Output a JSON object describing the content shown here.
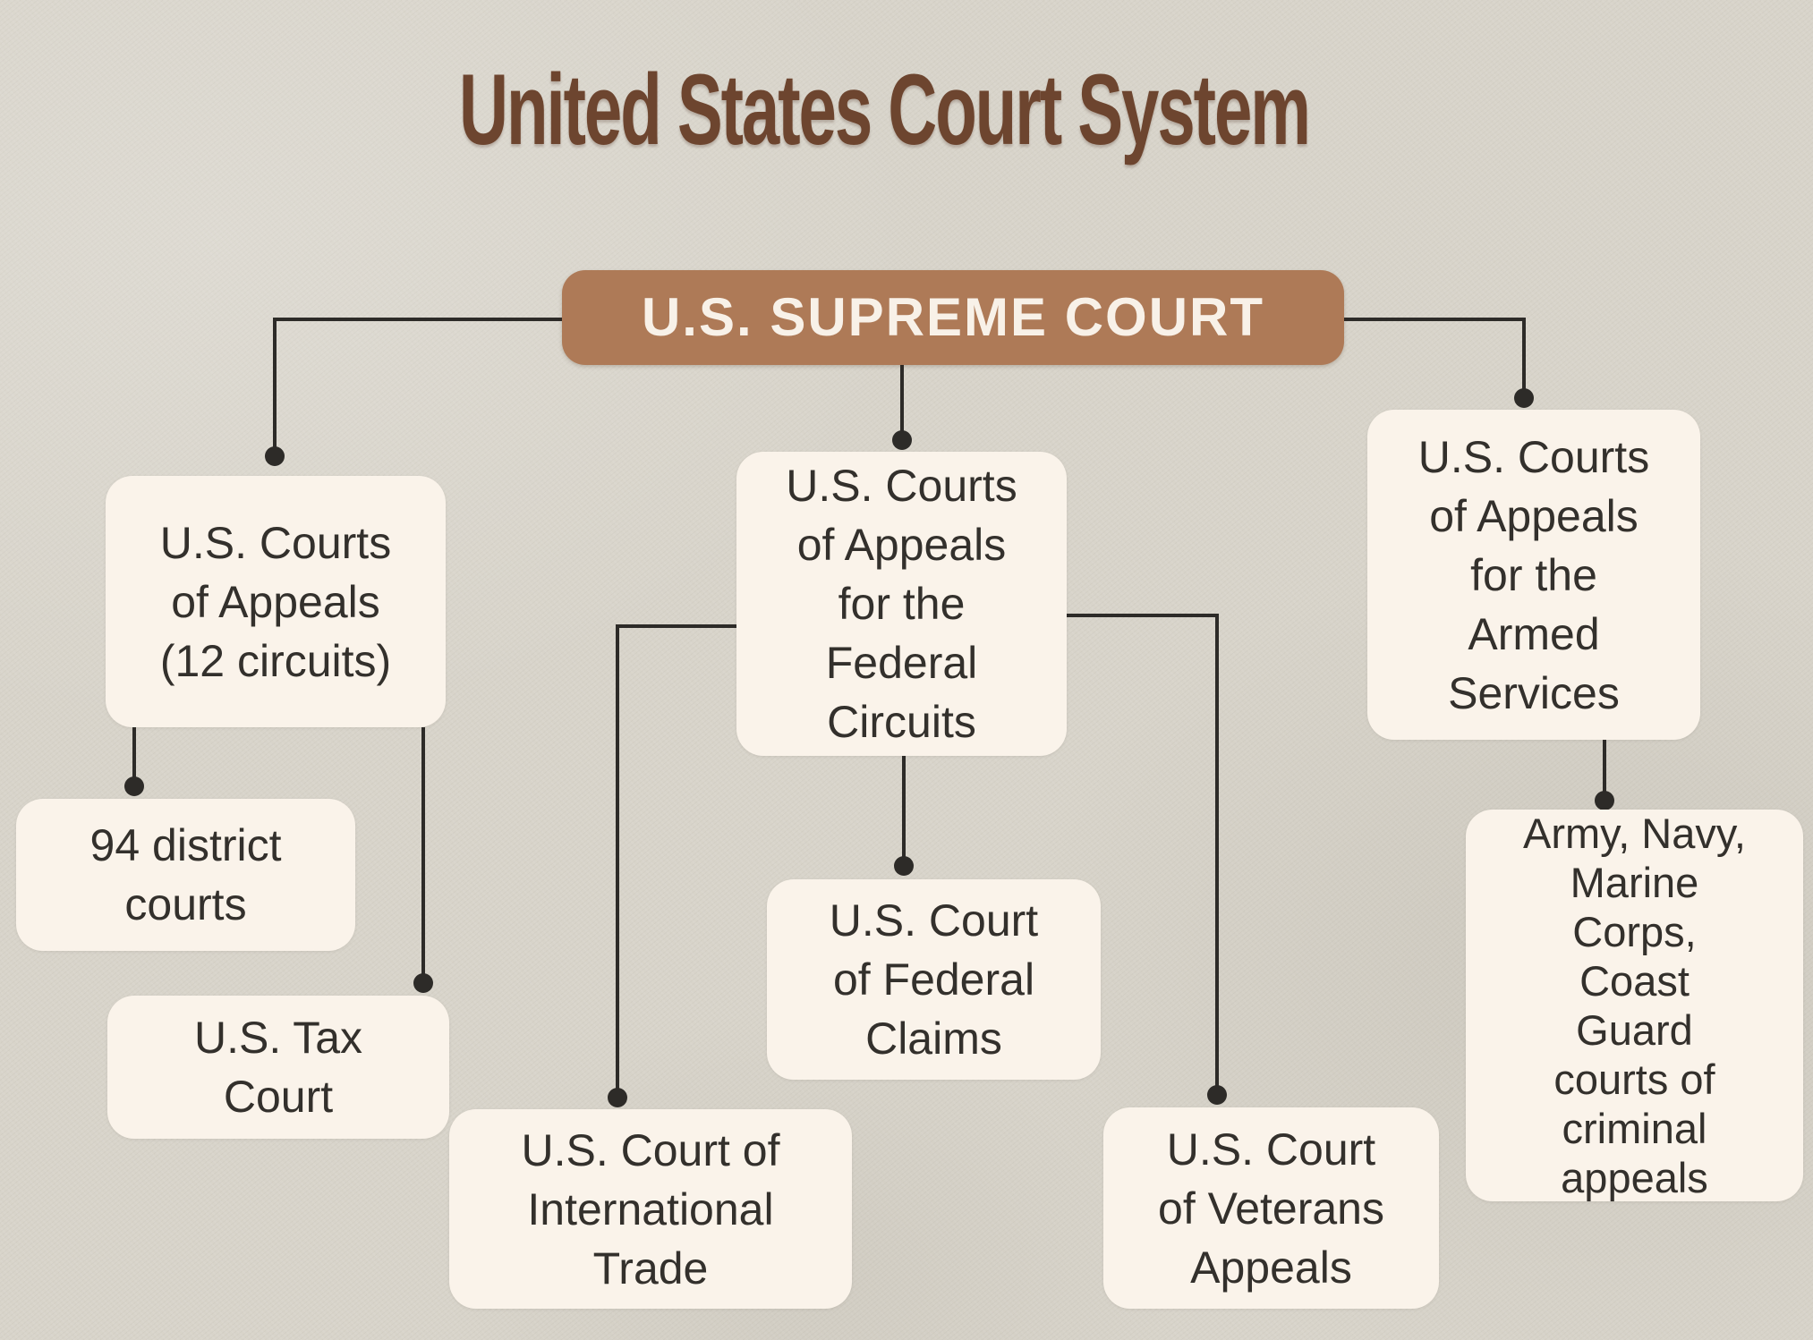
{
  "title": "United States Court System",
  "colors": {
    "background": "#d8d4ca",
    "box_fill": "#faf3ea",
    "box_text": "#33302c",
    "root_fill": "#ae7a57",
    "root_text": "#f8f1e8",
    "title_color": "#6d452f",
    "line_color": "#2d2b28"
  },
  "nodes": {
    "supreme": {
      "label": "U.S. SUPREME COURT"
    },
    "appeals_12": {
      "text": "U.S. Courts\nof Appeals\n(12 circuits)"
    },
    "federal_circuits": {
      "text": "U.S. Courts\nof Appeals\nfor the\nFederal\nCircuits"
    },
    "armed_services": {
      "text": "U.S. Courts\nof Appeals\nfor the\nArmed\nServices"
    },
    "district_courts": {
      "text": "94 district\ncourts"
    },
    "tax_court": {
      "text": "U.S. Tax\nCourt"
    },
    "federal_claims": {
      "text": "U.S. Court\nof Federal\nClaims"
    },
    "international_trade": {
      "text": "U.S. Court of\nInternational\nTrade"
    },
    "veterans_appeals": {
      "text": "U.S. Court\nof Veterans\nAppeals"
    },
    "military_courts": {
      "text": "Army, Navy,\nMarine\nCorps,\nCoast\nGuard\ncourts of\ncriminal\nappeals"
    }
  }
}
